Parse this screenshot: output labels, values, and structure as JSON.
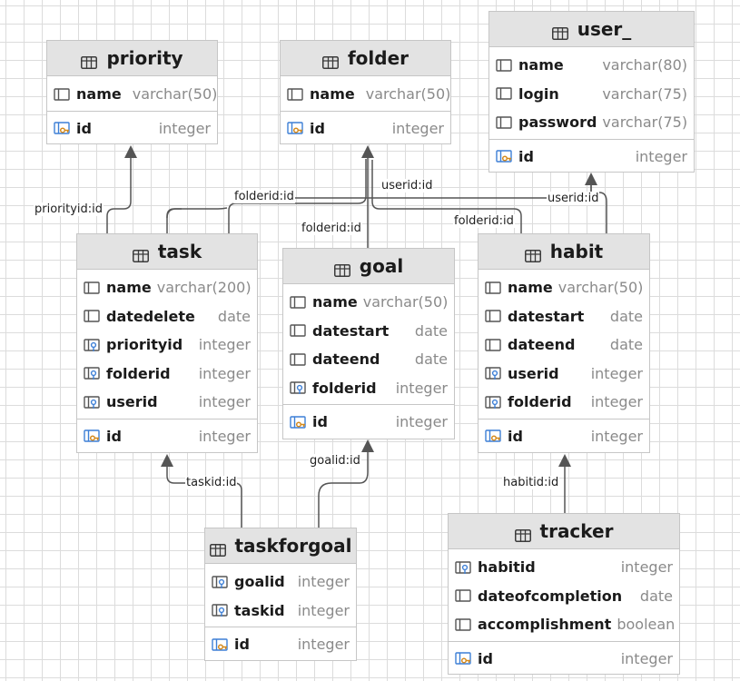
{
  "tables": {
    "priority": {
      "name": "priority",
      "columns": [
        {
          "name": "name",
          "type": "varchar(50)",
          "icon": "column-icon"
        }
      ],
      "pk": {
        "name": "id",
        "type": "integer",
        "icon": "key-icon"
      }
    },
    "folder": {
      "name": "folder",
      "columns": [
        {
          "name": "name",
          "type": "varchar(50)",
          "icon": "column-icon"
        }
      ],
      "pk": {
        "name": "id",
        "type": "integer",
        "icon": "key-icon"
      }
    },
    "user": {
      "name": "user_",
      "columns": [
        {
          "name": "name",
          "type": "varchar(80)",
          "icon": "column-icon"
        },
        {
          "name": "login",
          "type": "varchar(75)",
          "icon": "column-icon"
        },
        {
          "name": "password",
          "type": "varchar(75)",
          "icon": "column-icon"
        }
      ],
      "pk": {
        "name": "id",
        "type": "integer",
        "icon": "key-icon"
      }
    },
    "task": {
      "name": "task",
      "columns": [
        {
          "name": "name",
          "type": "varchar(200)",
          "icon": "column-icon"
        },
        {
          "name": "datedelete",
          "type": "date",
          "icon": "column-icon"
        },
        {
          "name": "priorityid",
          "type": "integer",
          "icon": "foreign-key-icon"
        },
        {
          "name": "folderid",
          "type": "integer",
          "icon": "foreign-key-icon"
        },
        {
          "name": "userid",
          "type": "integer",
          "icon": "foreign-key-icon"
        }
      ],
      "pk": {
        "name": "id",
        "type": "integer",
        "icon": "key-icon"
      }
    },
    "goal": {
      "name": "goal",
      "columns": [
        {
          "name": "name",
          "type": "varchar(50)",
          "icon": "column-icon"
        },
        {
          "name": "datestart",
          "type": "date",
          "icon": "column-icon"
        },
        {
          "name": "dateend",
          "type": "date",
          "icon": "column-icon"
        },
        {
          "name": "folderid",
          "type": "integer",
          "icon": "foreign-key-icon"
        }
      ],
      "pk": {
        "name": "id",
        "type": "integer",
        "icon": "key-icon"
      }
    },
    "habit": {
      "name": "habit",
      "columns": [
        {
          "name": "name",
          "type": "varchar(50)",
          "icon": "column-icon"
        },
        {
          "name": "datestart",
          "type": "date",
          "icon": "column-icon"
        },
        {
          "name": "dateend",
          "type": "date",
          "icon": "column-icon"
        },
        {
          "name": "userid",
          "type": "integer",
          "icon": "foreign-key-icon"
        },
        {
          "name": "folderid",
          "type": "integer",
          "icon": "foreign-key-icon"
        }
      ],
      "pk": {
        "name": "id",
        "type": "integer",
        "icon": "key-icon"
      }
    },
    "taskforgoal": {
      "name": "taskforgoal",
      "columns": [
        {
          "name": "goalid",
          "type": "integer",
          "icon": "foreign-key-icon"
        },
        {
          "name": "taskid",
          "type": "integer",
          "icon": "foreign-key-icon"
        }
      ],
      "pk": {
        "name": "id",
        "type": "integer",
        "icon": "key-icon"
      }
    },
    "tracker": {
      "name": "tracker",
      "columns": [
        {
          "name": "habitid",
          "type": "integer",
          "icon": "foreign-key-icon"
        },
        {
          "name": "dateofcompletion",
          "type": "date",
          "icon": "column-icon"
        },
        {
          "name": "accomplishment",
          "type": "boolean",
          "icon": "column-icon"
        }
      ],
      "pk": {
        "name": "id",
        "type": "integer",
        "icon": "key-icon"
      }
    }
  },
  "edges": [
    {
      "label": "priorityid:id",
      "from": "task",
      "to": "priority"
    },
    {
      "label": "folderid:id",
      "from": "task",
      "to": "folder"
    },
    {
      "label": "userid:id",
      "from": "task",
      "to": "user_"
    },
    {
      "label": "folderid:id",
      "from": "goal",
      "to": "folder"
    },
    {
      "label": "userid:id",
      "from": "habit",
      "to": "user_"
    },
    {
      "label": "folderid:id",
      "from": "habit",
      "to": "folder"
    },
    {
      "label": "taskid:id",
      "from": "taskforgoal",
      "to": "task"
    },
    {
      "label": "goalid:id",
      "from": "taskforgoal",
      "to": "goal"
    },
    {
      "label": "habitid:id",
      "from": "tracker",
      "to": "habit"
    }
  ],
  "colors": {
    "header_bg": "#e3e3e3",
    "border": "#c6c6c6",
    "column_name": "#1b1b1b",
    "column_type": "#8a8a8a",
    "key_icon_gold": "#d48a1e",
    "fk_icon_blue": "#3d7fd6",
    "edge": "#555555"
  }
}
